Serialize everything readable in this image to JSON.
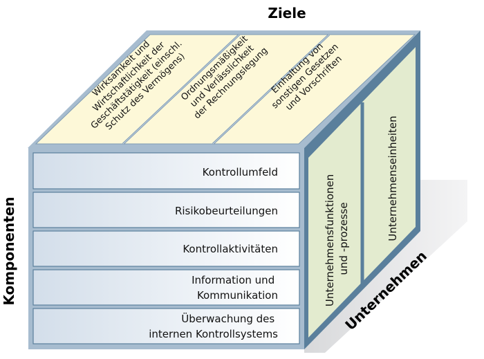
{
  "axes": {
    "top": "Ziele",
    "left": "Komponenten",
    "right": "Unternehmen"
  },
  "ziele": [
    {
      "lines": [
        "Wirksamkeit und",
        "Wirtschaftlichkeit der",
        "Geschäftstätigkeit (einschl.",
        "Schutz des Vermögens)"
      ]
    },
    {
      "lines": [
        "Ordnungsmäßigkeit",
        "und Verlässlichkeit",
        "der Rechnungslegung"
      ]
    },
    {
      "lines": [
        "Einhaltung von",
        "sonstigen Gesetzen",
        "und Vorschriften"
      ]
    }
  ],
  "komponenten": [
    {
      "lines": [
        "Kontrollumfeld"
      ]
    },
    {
      "lines": [
        "Risikobeurteilungen"
      ]
    },
    {
      "lines": [
        "Kontrollaktivitäten"
      ]
    },
    {
      "lines": [
        "Information und",
        "Kommunikation"
      ]
    },
    {
      "lines": [
        "Überwachung des",
        "internen Kontrollsystems"
      ]
    }
  ],
  "unternehmen": [
    {
      "lines": [
        "Unternehmensfunktionen",
        "und -prozesse"
      ]
    },
    {
      "lines": [
        "Unternehmenseinheiten"
      ]
    }
  ],
  "colors": {
    "frame": "#a7bccf",
    "frame_dark": "#5a7f9c",
    "top_face": "#fdf8d8",
    "side_face": "#e3ebcf",
    "row_left": "#d5e0ea",
    "row_right": "#ffffff"
  }
}
